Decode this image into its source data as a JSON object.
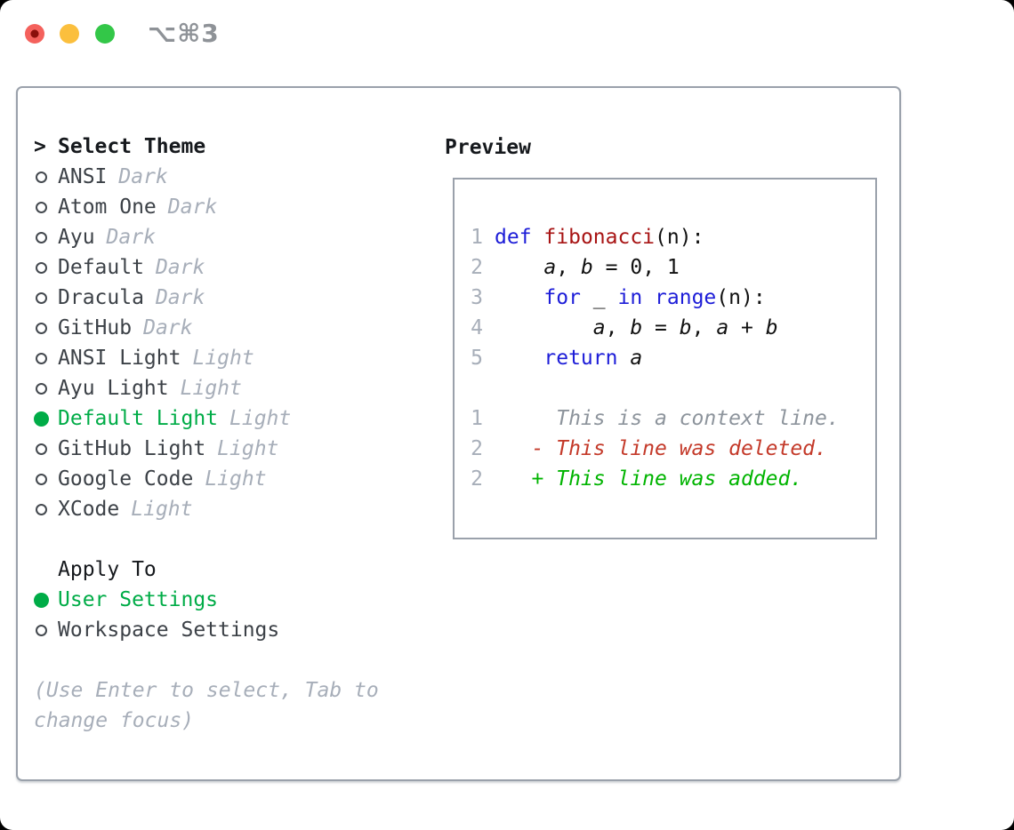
{
  "window": {
    "title": "⌥⌘3",
    "traffic_lights": [
      "close",
      "minimize",
      "zoom"
    ]
  },
  "colors": {
    "accent_green": "#00ac47",
    "keyword_blue": "#1d1dd8",
    "function_red": "#a81414",
    "diff_deleted_red": "#c43a2a",
    "diff_added_green": "#00b400",
    "muted_gray": "#a7aeb9",
    "border_gray": "#9aa1ab"
  },
  "theme_selector": {
    "cursor": ">",
    "header": "Select Theme",
    "items": [
      {
        "name": "ANSI",
        "tag": "Dark",
        "selected": false
      },
      {
        "name": "Atom One",
        "tag": "Dark",
        "selected": false
      },
      {
        "name": "Ayu",
        "tag": "Dark",
        "selected": false
      },
      {
        "name": "Default",
        "tag": "Dark",
        "selected": false
      },
      {
        "name": "Dracula",
        "tag": "Dark",
        "selected": false
      },
      {
        "name": "GitHub",
        "tag": "Dark",
        "selected": false
      },
      {
        "name": "ANSI Light",
        "tag": "Light",
        "selected": false
      },
      {
        "name": "Ayu Light",
        "tag": "Light",
        "selected": false
      },
      {
        "name": "Default Light",
        "tag": "Light",
        "selected": true
      },
      {
        "name": "GitHub Light",
        "tag": "Light",
        "selected": false
      },
      {
        "name": "Google Code",
        "tag": "Light",
        "selected": false
      },
      {
        "name": "XCode",
        "tag": "Light",
        "selected": false
      }
    ],
    "apply_to": {
      "header": "Apply To",
      "options": [
        {
          "label": "User Settings",
          "selected": true
        },
        {
          "label": "Workspace Settings",
          "selected": false
        }
      ]
    },
    "help_text": "(Use Enter to select, Tab to change focus)"
  },
  "preview": {
    "header": "Preview",
    "lines": [
      {
        "num": "1",
        "tokens": [
          {
            "c": "kw",
            "t": "def"
          },
          {
            "t": " "
          },
          {
            "c": "fn",
            "t": "fibonacci"
          },
          {
            "t": "(n):"
          }
        ]
      },
      {
        "num": "2",
        "tokens": [
          {
            "t": "    "
          },
          {
            "c": "v",
            "t": "a"
          },
          {
            "t": ", "
          },
          {
            "c": "v",
            "t": "b"
          },
          {
            "t": " = 0, 1"
          }
        ]
      },
      {
        "num": "3",
        "tokens": [
          {
            "t": "    "
          },
          {
            "c": "kw",
            "t": "for"
          },
          {
            "t": " _ "
          },
          {
            "c": "kw",
            "t": "in"
          },
          {
            "t": " "
          },
          {
            "c": "kw",
            "t": "range"
          },
          {
            "t": "(n):"
          }
        ]
      },
      {
        "num": "4",
        "tokens": [
          {
            "t": "        "
          },
          {
            "c": "v",
            "t": "a"
          },
          {
            "t": ", "
          },
          {
            "c": "v",
            "t": "b"
          },
          {
            "t": " = "
          },
          {
            "c": "v",
            "t": "b"
          },
          {
            "t": ", "
          },
          {
            "c": "v",
            "t": "a"
          },
          {
            "t": " + "
          },
          {
            "c": "v",
            "t": "b"
          }
        ]
      },
      {
        "num": "5",
        "tokens": [
          {
            "t": "    "
          },
          {
            "c": "kw",
            "t": "return"
          },
          {
            "t": " "
          },
          {
            "c": "v",
            "t": "a"
          }
        ]
      },
      {
        "blank": true
      },
      {
        "num": "1",
        "cls": "ctx",
        "text": "     This is a context line."
      },
      {
        "num": "2",
        "cls": "del",
        "text": "   - This line was deleted."
      },
      {
        "num": "2",
        "cls": "add",
        "text": "   + This line was added."
      }
    ]
  }
}
